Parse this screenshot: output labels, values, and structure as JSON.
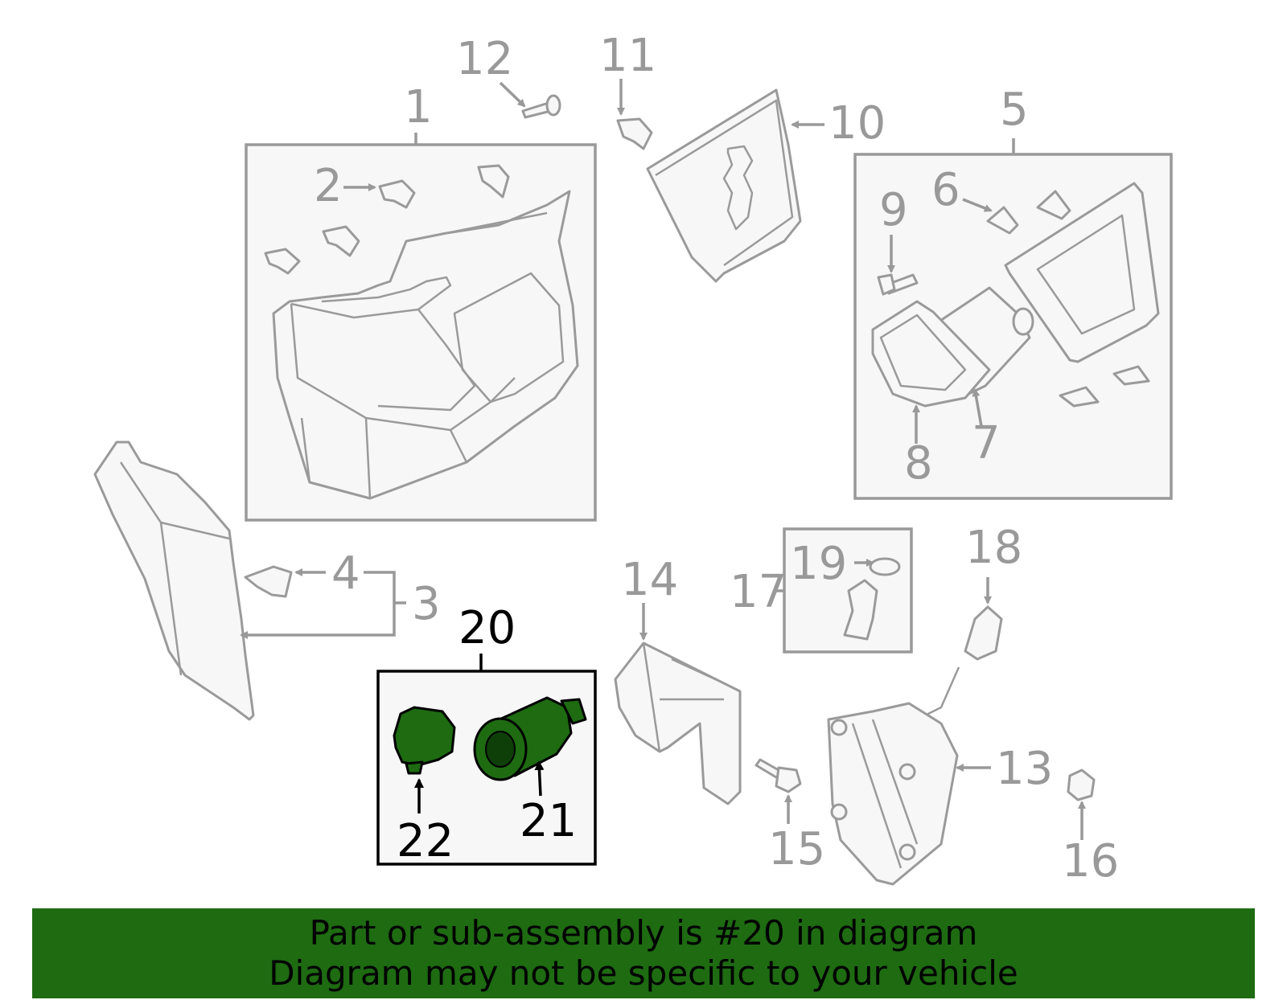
{
  "callouts": {
    "c1": "1",
    "c2": "2",
    "c3": "3",
    "c4": "4",
    "c5": "5",
    "c6": "6",
    "c7": "7",
    "c8": "8",
    "c9": "9",
    "c10": "10",
    "c11": "11",
    "c12": "12",
    "c13": "13",
    "c14": "14",
    "c15": "15",
    "c16": "16",
    "c17": "17",
    "c18": "18",
    "c19": "19",
    "c20": "20",
    "c21": "21",
    "c22": "22"
  },
  "highlight": {
    "part_number": "20",
    "color": "#1e6b12"
  },
  "banner": {
    "line1": "Part or sub-assembly is #20 in diagram",
    "line2": "Diagram may not be specific to your vehicle"
  }
}
